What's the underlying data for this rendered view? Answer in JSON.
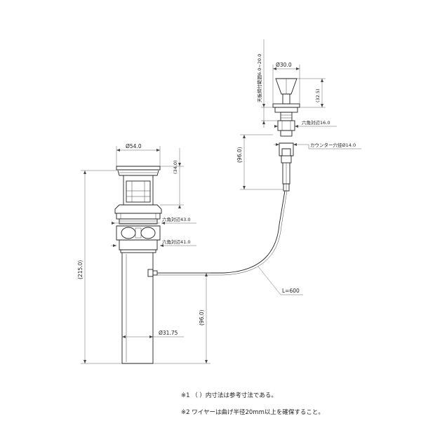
{
  "dimensions": {
    "pop_diameter": "Ø54.0",
    "pop_height": "(34.0)",
    "hex_43": "六角対辺43.0",
    "hex_41": "六角対辺41.0",
    "total_height": "(215.0)",
    "pipe_diameter": "Ø31.75",
    "wire_height": "(96.0)",
    "knob_diameter": "Ø30.0",
    "knob_height": "(32.5)",
    "counter_range": "天板締付範囲6.0~20.0",
    "hex_16": "六角対辺16.0",
    "counter_hole": "カウンター穴径Ø14.0",
    "rod_height": "(96.0)",
    "wire_length": "L=600"
  },
  "notes": {
    "note1": "※1 （ ）内寸法は参考寸法である。",
    "note2": "※2 ワイヤーは曲げ半径20mm以上を確保すること。"
  }
}
